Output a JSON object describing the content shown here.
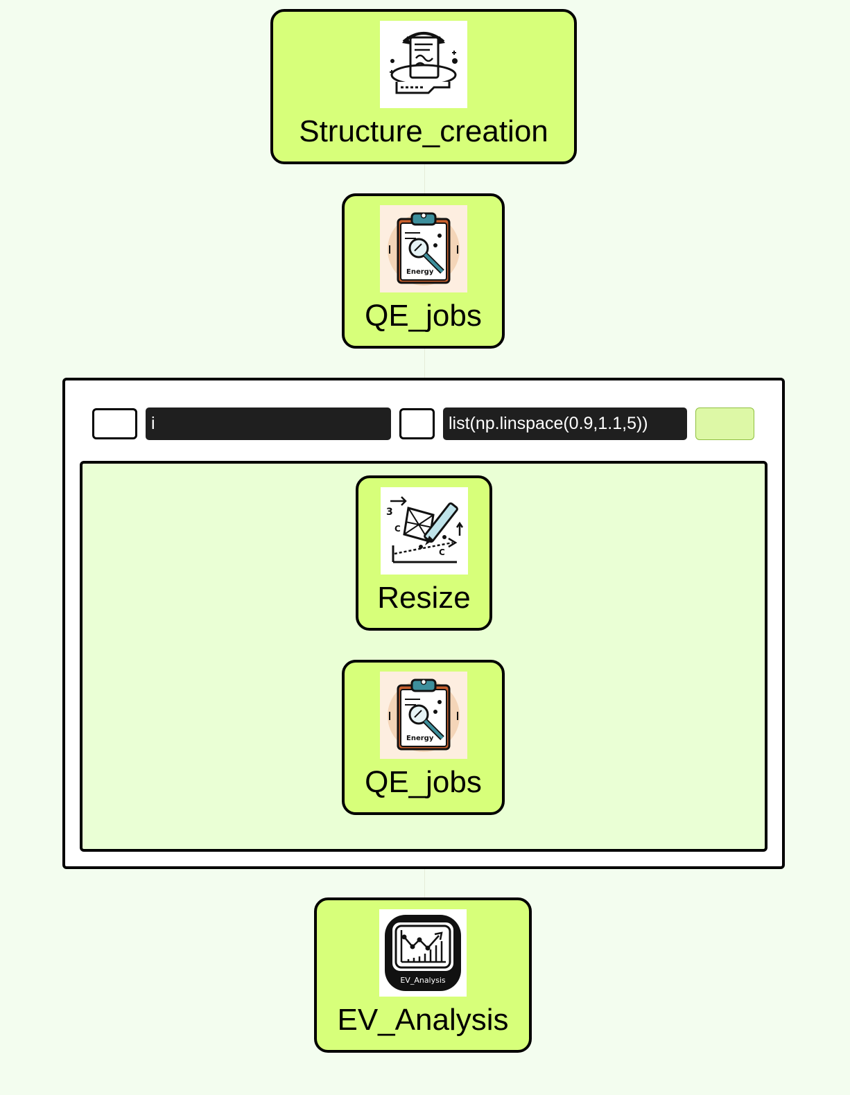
{
  "diagram": {
    "nodes": {
      "structure_creation": {
        "label": "Structure_creation",
        "icon": "structure-creation-icon"
      },
      "qe_jobs": {
        "label": "QE_jobs",
        "icon": "clipboard-energy-icon",
        "icon_caption": "Energy"
      },
      "resize": {
        "label": "Resize",
        "icon": "resize-pencil-icon"
      },
      "qe_jobs_inner": {
        "label": "QE_jobs",
        "icon": "clipboard-energy-icon",
        "icon_caption": "Energy"
      },
      "ev_analysis": {
        "label": "EV_Analysis",
        "icon": "ev-analysis-icon",
        "icon_caption": "EV_Analysis"
      }
    },
    "loop": {
      "variable": "i",
      "iterable": "list(np.linspace(0.9,1.1,5))"
    },
    "colors": {
      "background": "#f3fdef",
      "node_fill": "#d7ff7a",
      "loop_inner_fill": "#eaffd5",
      "field_fill": "#1f1f1f",
      "run_button_fill": "#ddf8a6"
    }
  }
}
